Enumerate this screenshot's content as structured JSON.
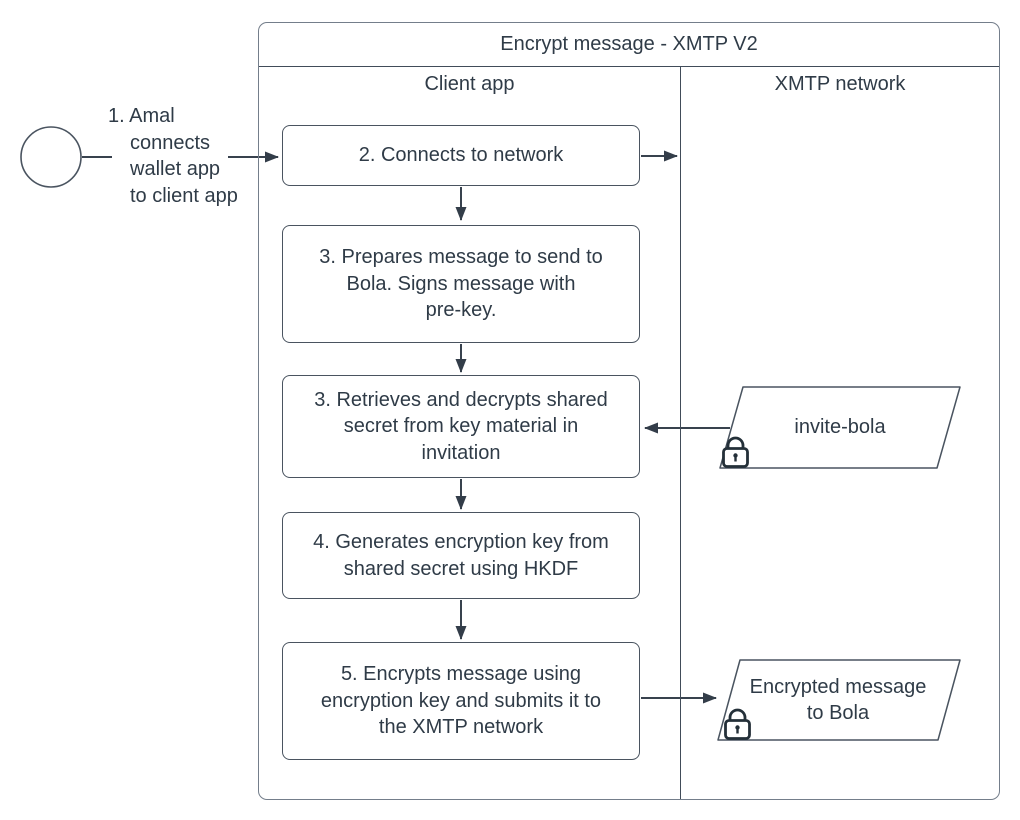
{
  "diagram": {
    "title": "Encrypt message - XMTP V2",
    "lanes": [
      {
        "label": "Client app"
      },
      {
        "label": "XMTP network"
      }
    ],
    "start": {
      "lines": [
        "1. Amal",
        "connects",
        "wallet app",
        "to client app"
      ]
    },
    "steps": [
      {
        "lines": [
          "2. Connects to network",
          "",
          ""
        ]
      },
      {
        "lines": [
          "3. Prepares message to send to",
          "Bola. Signs message with",
          "pre-key."
        ]
      },
      {
        "lines": [
          "3. Retrieves and decrypts shared",
          "secret from key material in",
          "invitation"
        ]
      },
      {
        "lines": [
          "4. Generates encryption key from",
          "shared secret using HKDF",
          ""
        ]
      },
      {
        "lines": [
          "5. Encrypts message using",
          "encryption key and submits it to",
          "the XMTP network"
        ]
      }
    ],
    "artifacts": [
      {
        "lines": [
          "invite-bola",
          ""
        ],
        "icon": "lock-icon"
      },
      {
        "lines": [
          "Encrypted message",
          "to Bola"
        ],
        "icon": "lock-icon"
      }
    ],
    "colors": {
      "background": "#ffffff",
      "text": "#2f3b47",
      "box_border": "#4a5460",
      "pool_border": "#747e8b",
      "lane_line": "#414c59",
      "arrow": "#38424e",
      "lock": "#243039"
    }
  }
}
